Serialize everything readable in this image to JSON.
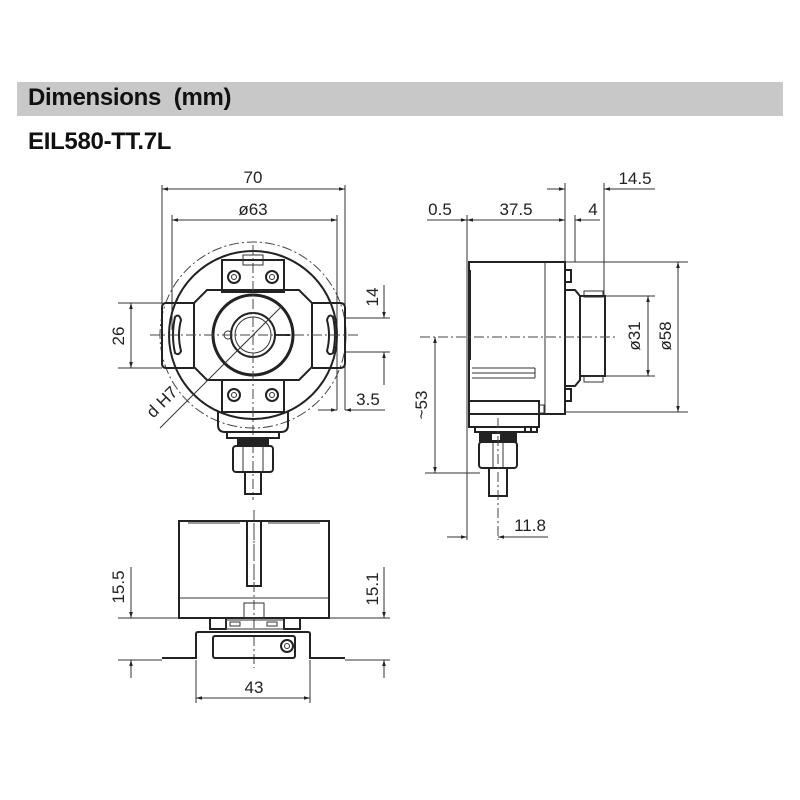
{
  "header": {
    "title": "Dimensions  (mm)",
    "bar_color": "#c8c8c8"
  },
  "model": {
    "name": "EIL580-TT.7L"
  },
  "front_view": {
    "dims": {
      "width_overall": "70",
      "diameter_body": "ø63",
      "flange_height": "26",
      "slot_spacing": "14",
      "slot_offset": "3.5",
      "bore": "d H7"
    }
  },
  "side_view": {
    "dims": {
      "flange_thickness": "0.5",
      "body_depth": "37.5",
      "connector_depth": "14.5",
      "shoulder": "4",
      "diameter_shaft_collar": "ø31",
      "diameter_body": "ø58",
      "cable_height": "~53",
      "cable_offset": "11.8"
    }
  },
  "bottom_view": {
    "dims": {
      "left_height": "15.5",
      "right_height": "15.1",
      "bracket_width": "43"
    }
  }
}
